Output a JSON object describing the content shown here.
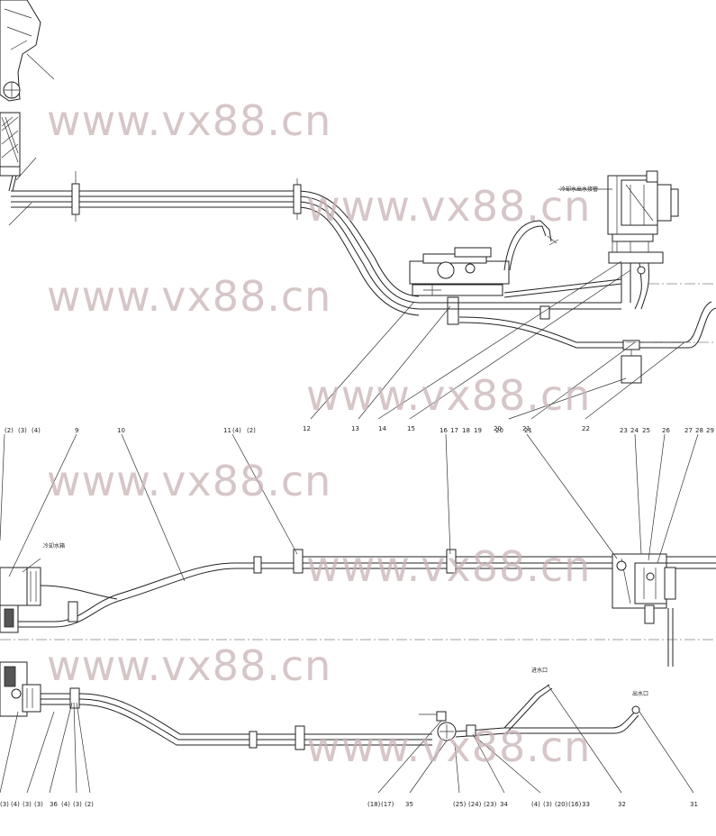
{
  "watermark": "www.vx88.cn",
  "callouts_top": [
    "12",
    "13",
    "14",
    "15",
    "20",
    "21",
    "22"
  ],
  "callouts_mid": [
    "(2)",
    "(3)",
    "(4)",
    "9",
    "10",
    "11",
    "(4)",
    "(2)",
    "16",
    "17",
    "18",
    "19",
    "20",
    "21",
    "23",
    "24",
    "25",
    "26",
    "27",
    "28",
    "29"
  ],
  "callouts_bottom": [
    "(3)",
    "(4)",
    "(3)",
    "(3)",
    "36",
    "(4)",
    "(3)",
    "(2)",
    "(18)",
    "(17)",
    "35",
    "(25)",
    "(24)",
    "(23)",
    "34",
    "(4)",
    "(3)",
    "(20)",
    "(16)",
    "33",
    "32",
    "31"
  ],
  "notes": {
    "top_right": "冷却水出水接管",
    "mid_left": "冷却水箱",
    "bottom_port_left": "进水口",
    "bottom_port_right": "出水口"
  },
  "colors": {
    "line": "#222222",
    "watermark": "#c9b3b6"
  }
}
